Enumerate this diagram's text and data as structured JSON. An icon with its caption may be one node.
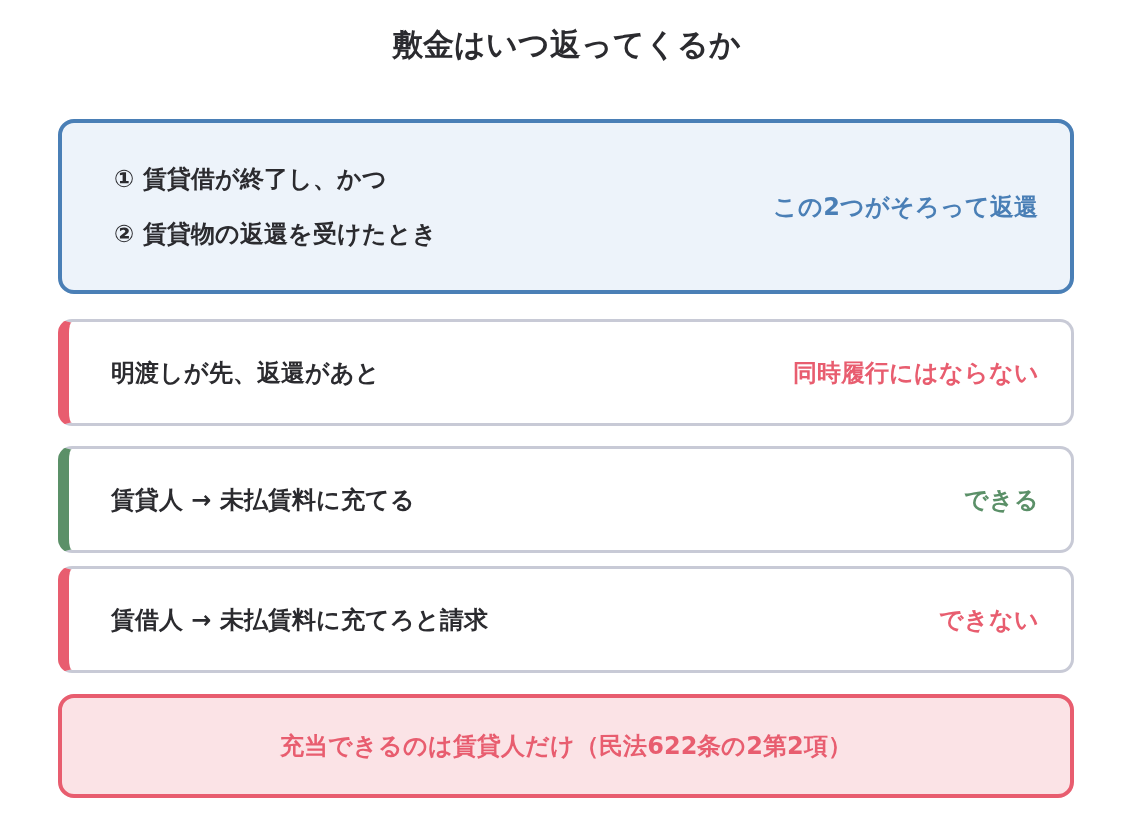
{
  "diagram": {
    "title": "敷金はいつ返ってくるか",
    "nodes": [
      {
        "text": [
          "① 賃貸借が終了し、かつ",
          "② 賃貸物の返還を受けたとき",
          "この2つがそろって返還"
        ]
      },
      {
        "text": [
          "明渡しが先、返還があと",
          "同時履行にはならない"
        ]
      },
      {
        "text": [
          "賃貸人 → 未払賃料に充てる",
          "できる"
        ]
      },
      {
        "text": [
          "賃借人 → 未払賃料に充てろと請求",
          "できない"
        ]
      },
      {
        "text": [
          "充当できるのは賃貸人だけ（民法622条の2第2項）"
        ]
      }
    ]
  }
}
